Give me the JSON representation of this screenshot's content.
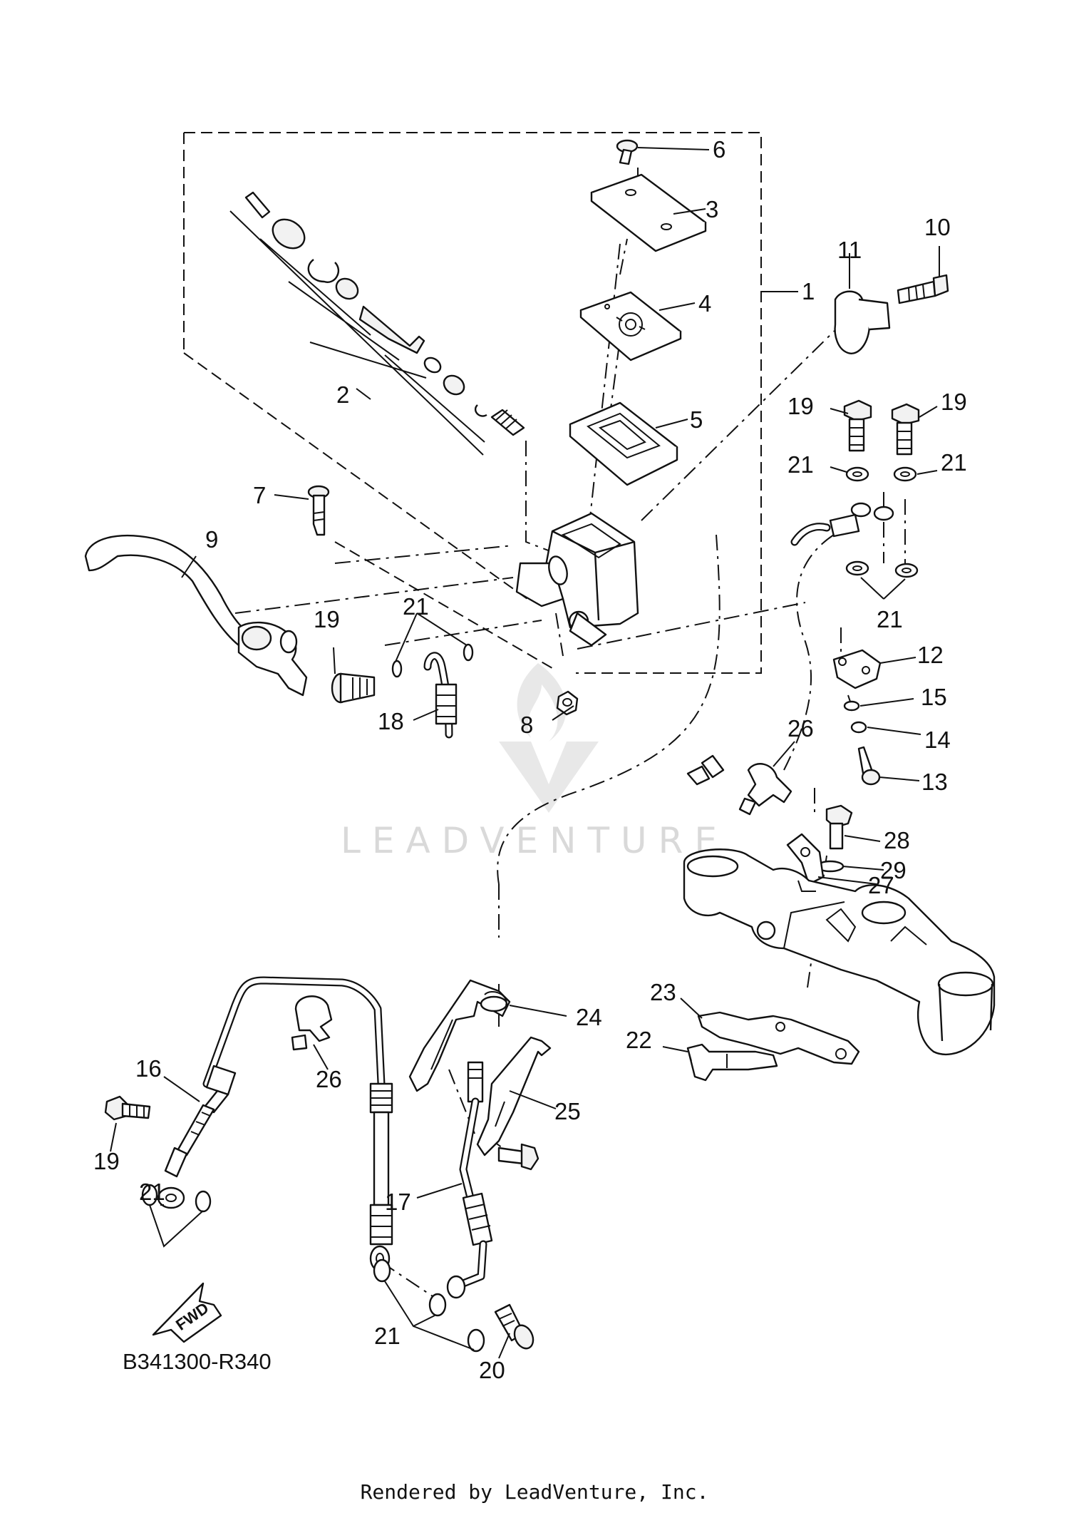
{
  "diagram_code": "B341300-R340",
  "watermark": "LEADVENTURE",
  "fwd_label": "FWD",
  "credit": "Rendered by LeadVenture, Inc.",
  "callouts": {
    "c1": "1",
    "c2": "2",
    "c3": "3",
    "c4": "4",
    "c5": "5",
    "c6": "6",
    "c7": "7",
    "c8": "8",
    "c9": "9",
    "c10": "10",
    "c11": "11",
    "c12": "12",
    "c13": "13",
    "c14": "14",
    "c15": "15",
    "c16": "16",
    "c17": "17",
    "c18": "18",
    "c19a": "19",
    "c19b": "19",
    "c19c": "19",
    "c19d": "19",
    "c20": "20",
    "c21a": "21",
    "c21b": "21",
    "c21c": "21",
    "c21d": "21",
    "c21e": "21",
    "c21f": "21",
    "c22": "22",
    "c23": "23",
    "c24": "24",
    "c25": "25",
    "c26a": "26",
    "c26b": "26",
    "c27": "27",
    "c28": "28",
    "c29": "29"
  }
}
